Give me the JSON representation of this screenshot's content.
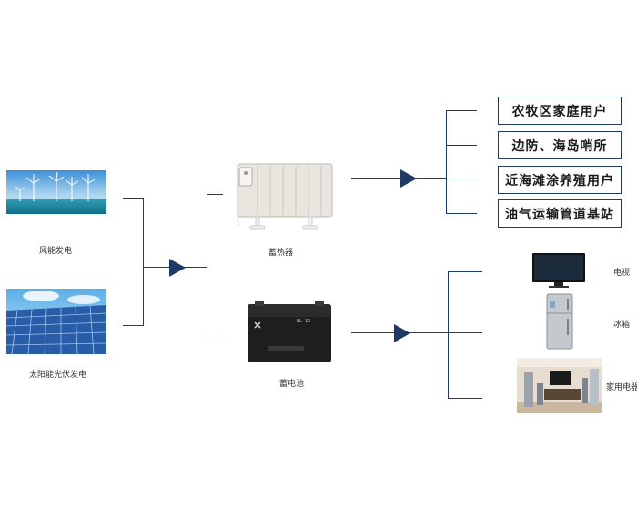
{
  "sources": [
    {
      "label": "风能发电",
      "icon": "wind-turbine-photo"
    },
    {
      "label": "太阳能光伏发电",
      "icon": "solar-panel-photo"
    }
  ],
  "storage": [
    {
      "label": "蓄热器",
      "icon": "heat-storage-heater"
    },
    {
      "label": "蓄电池",
      "icon": "battery"
    }
  ],
  "heat_users": [
    "农牧区家庭用户",
    "边防、海岛哨所",
    "近海滩涂养殖用户",
    "油气运输管道基站"
  ],
  "appliances": [
    {
      "label": "电视",
      "icon": "tv"
    },
    {
      "label": "冰箱",
      "icon": "refrigerator"
    },
    {
      "label": "家用电器",
      "icon": "home-appliances"
    }
  ],
  "battery_label_text": "BL-12",
  "colors": {
    "accent": "#1f3a66"
  }
}
